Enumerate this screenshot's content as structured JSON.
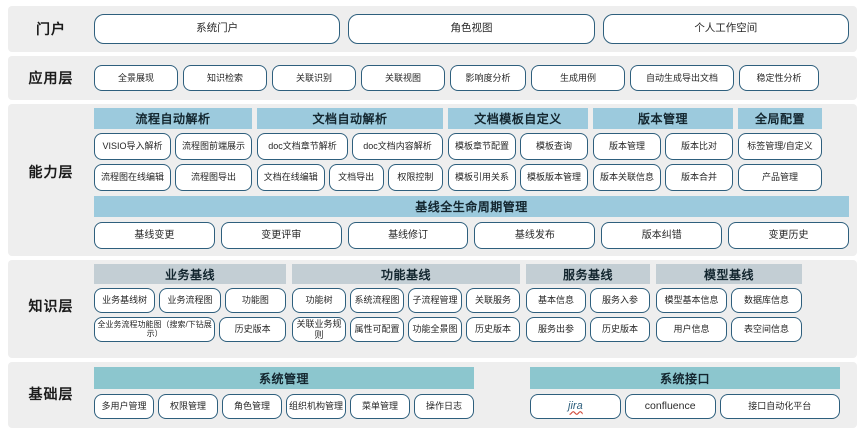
{
  "layers": {
    "portal": {
      "label": "门户",
      "items": [
        {
          "label": "系统门户"
        },
        {
          "label": "角色视图"
        },
        {
          "label": "个人工作空间"
        }
      ]
    },
    "application": {
      "label": "应用层",
      "items": [
        {
          "label": "全景展现"
        },
        {
          "label": "知识检索"
        },
        {
          "label": "关联识别"
        },
        {
          "label": "关联视图"
        },
        {
          "label": "影响度分析"
        },
        {
          "label": "生成用例"
        },
        {
          "label": "自动生成导出文档"
        },
        {
          "label": "稳定性分析"
        }
      ]
    },
    "ability": {
      "label": "能力层",
      "groups": [
        {
          "title": "流程自动解析",
          "row1": [
            "VISIO导入解析",
            "流程图前端展示"
          ],
          "row2": [
            "流程图在线编辑",
            "流程图导出"
          ]
        },
        {
          "title": "文档自动解析",
          "row1": [
            "doc文档章节解析",
            "doc文档内容解析"
          ],
          "row2": [
            "文档在线编辑",
            "文档导出",
            "权限控制"
          ]
        },
        {
          "title": "文档模板自定义",
          "row1": [
            "模板章节配置",
            "模板查询"
          ],
          "row2": [
            "模板引用关系",
            "模板版本管理"
          ]
        },
        {
          "title": "版本管理",
          "row1": [
            "版本管理",
            "版本比对"
          ],
          "row2": [
            "版本关联信息",
            "版本合并"
          ]
        },
        {
          "title": "全局配置",
          "row1": [
            "标签管理/自定义"
          ],
          "row2": [
            "产品管理"
          ]
        }
      ],
      "lifecycle": {
        "title": "基线全生命周期管理",
        "items": [
          "基线变更",
          "变更评审",
          "基线修订",
          "基线发布",
          "版本纠错",
          "变更历史"
        ]
      }
    },
    "knowledge": {
      "label": "知识层",
      "groups": [
        {
          "title": "业务基线",
          "row1": [
            "业务基线树",
            "业务流程图",
            "功能图"
          ],
          "row2": [
            "全业务流程功能图（搜索/下钻展示）",
            "历史版本"
          ]
        },
        {
          "title": "功能基线",
          "row1": [
            "功能树",
            "系统流程图",
            "子流程管理",
            "关联服务"
          ],
          "row2": [
            "关联业务规则",
            "属性可配置",
            "功能全景图",
            "历史版本"
          ]
        },
        {
          "title": "服务基线",
          "row1": [
            "基本信息",
            "服务入参"
          ],
          "row2": [
            "服务出参",
            "历史版本"
          ]
        },
        {
          "title": "模型基线",
          "row1": [
            "模型基本信息",
            "数据库信息"
          ],
          "row2": [
            "用户信息",
            "表空间信息"
          ]
        }
      ]
    },
    "base": {
      "label": "基础层",
      "groups": [
        {
          "title": "系统管理",
          "items": [
            "多用户管理",
            "权限管理",
            "角色管理",
            "组织机构管理",
            "菜单管理",
            "操作日志"
          ]
        },
        {
          "title": "系统接口",
          "items": [
            "jira",
            "confluence",
            "接口自动化平台"
          ]
        }
      ]
    }
  },
  "colors": {
    "band_bg": "#eeeeee",
    "chip_border": "#2e5f7d",
    "cap_blue": "#9ccadd",
    "cap_grey": "#c3ced4",
    "cap_teal": "#8cc6ce"
  }
}
